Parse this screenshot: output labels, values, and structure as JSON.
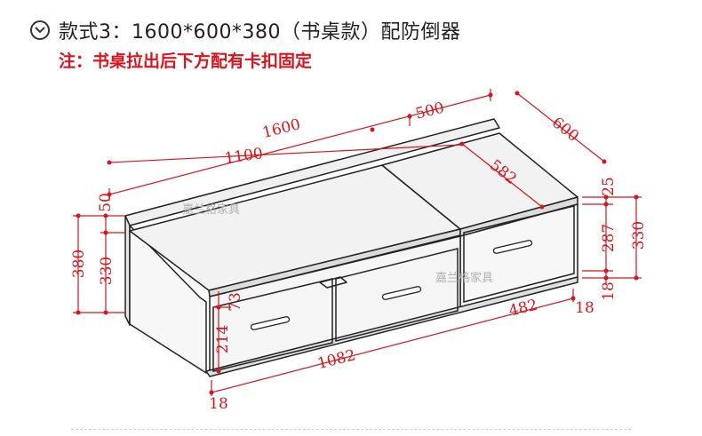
{
  "header": {
    "title": "款式3：1600*600*380（书桌款）配防倒器",
    "note": "注：书桌拉出后下方配有卡扣固定"
  },
  "icons": {
    "title_icon": "chevron-down-circle-icon"
  },
  "diagram": {
    "dimensions": {
      "total_length": "1600",
      "right_section": "500",
      "depth_outer": "600",
      "desk_length": "1100",
      "depth_inner": "582",
      "top_board": "50",
      "total_height": "380",
      "body_height": "330",
      "inner_height_left": "73",
      "drawer_height": "214",
      "front_base_left": "18",
      "front_length": "1082",
      "right_front_length": "482",
      "right_base": "18",
      "right_top_board": "25",
      "right_drawer_height": "287",
      "right_total_height": "330",
      "right_bottom_board": "18"
    },
    "watermarks": [
      "嘉兰格家具",
      "嘉兰格家具"
    ]
  },
  "colors": {
    "dimension": "#d8141c",
    "outline": "#222222",
    "panel": "#f5f5f5",
    "top": "#f2f2f2"
  }
}
